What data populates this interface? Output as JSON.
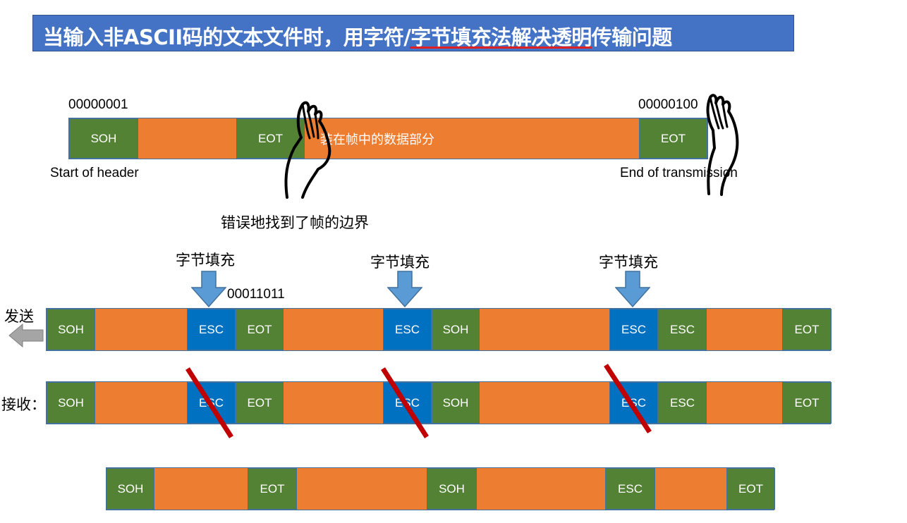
{
  "title": {
    "text": "当输入非ASCII码的文本文件时，用字符/字节填充法解决透明传输问题"
  },
  "top_frame": {
    "soh_bits": "00000001",
    "eot_bits": "00000100",
    "soh": "SOH",
    "eot_mid": "EOT",
    "data_text": "装在帧中的数据部分",
    "eot_end": "EOT",
    "start_label": "Start of header",
    "end_label": "End of transmission",
    "error_label": "错误地找到了帧的边界"
  },
  "stuffing": {
    "label1": "字节填充",
    "label2": "字节填充",
    "label3": "字节填充",
    "esc_bits": "00011011"
  },
  "send_row": {
    "label": "发送",
    "segs": [
      "SOH",
      "ESC",
      "EOT",
      "ESC",
      "SOH",
      "ESC",
      "ESC",
      "EOT"
    ]
  },
  "recv_row": {
    "label": "接收：",
    "segs": [
      "SOH",
      "ESC",
      "EOT",
      "ESC",
      "SOH",
      "ESC",
      "ESC",
      "EOT"
    ]
  },
  "result_row": {
    "segs": [
      "SOH",
      "EOT",
      "SOH",
      "ESC",
      "EOT"
    ]
  },
  "colors": {
    "orange": "#ed7d31",
    "green": "#548235",
    "blue": "#0070c0",
    "title_bg": "#4472c4",
    "arrow_blue": "#5b9bd5",
    "strike_red": "#c00000"
  }
}
